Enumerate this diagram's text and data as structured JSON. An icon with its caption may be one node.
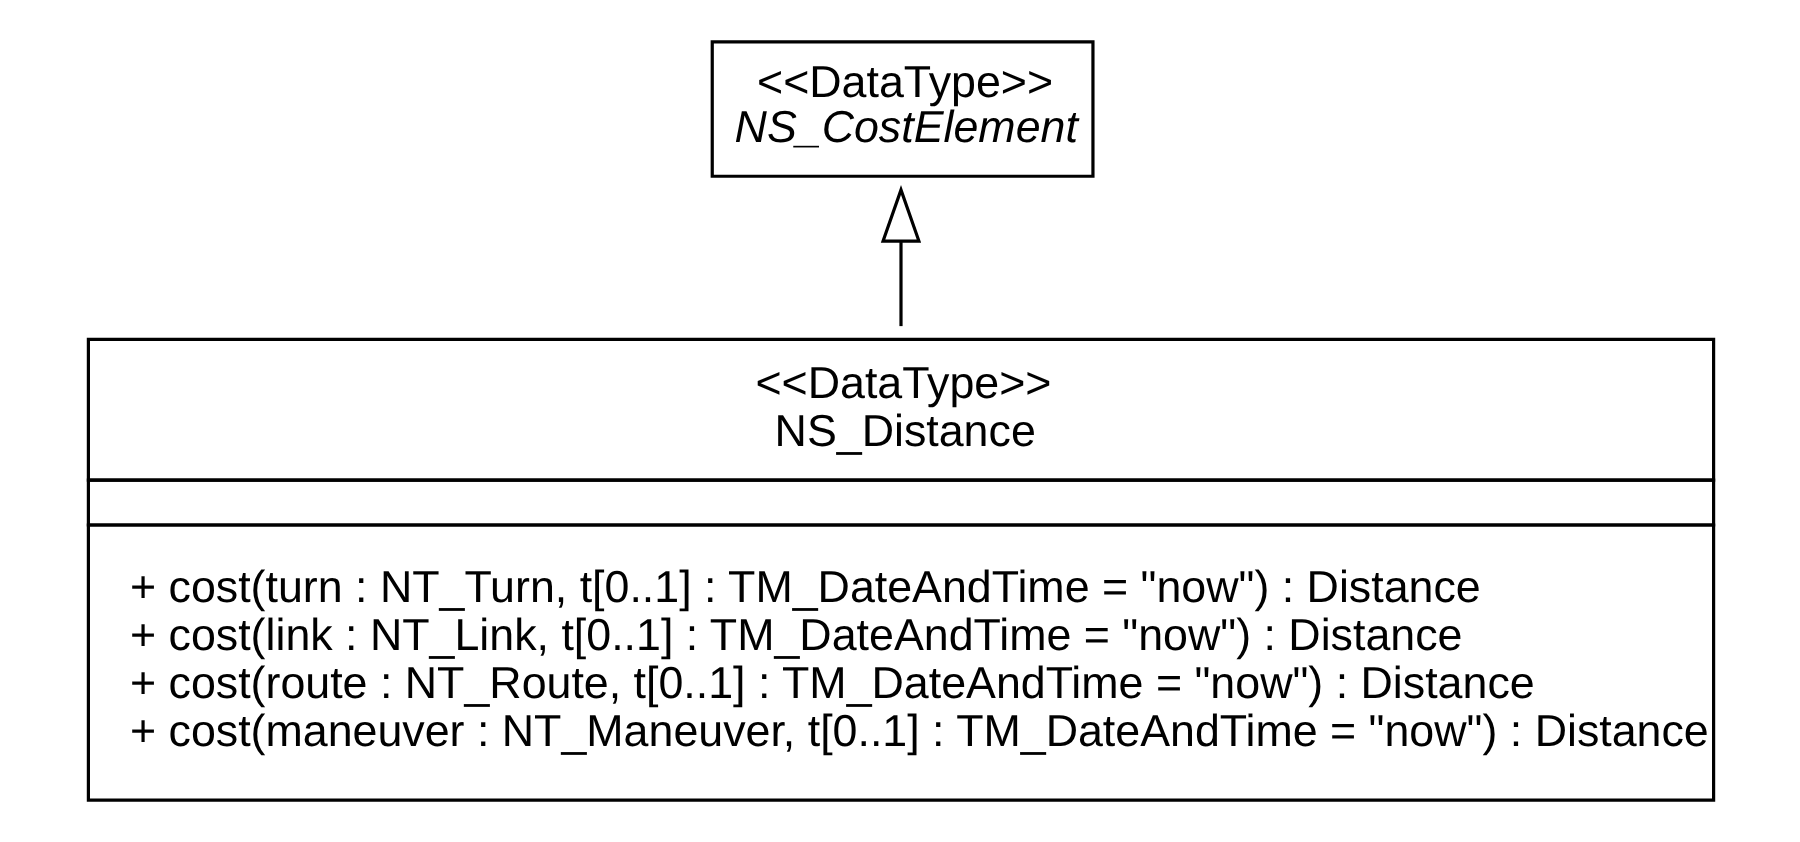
{
  "diagram": {
    "nodes": [
      {
        "text": [
          "<<DataType>>",
          "NS_CostElement"
        ]
      },
      {
        "text": [
          "<<DataType>>",
          "NS_Distance",
          "+ cost(turn : NT_Turn, t[0..1] : TM_DateAndTime = \"now\") : Distance",
          "+ cost(link : NT_Link, t[0..1] : TM_DateAndTime = \"now\") : Distance",
          "+ cost(route : NT_Route, t[0..1] : TM_DateAndTime = \"now\") : Distance",
          "+ cost(maneuver : NT_Maneuver, t[0..1] : TM_DateAndTime = \"now\") : Distance"
        ]
      }
    ],
    "edges": [
      {
        "from": 1,
        "to": 0,
        "arrow": "to"
      }
    ]
  }
}
